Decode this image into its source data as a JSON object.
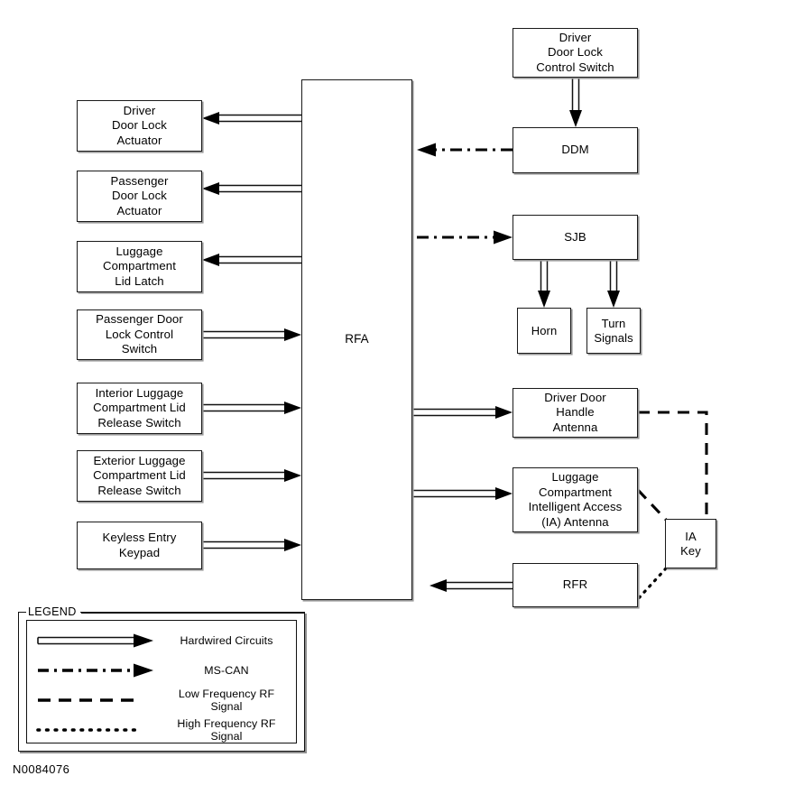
{
  "diagram": {
    "reference_number": "N0084076",
    "central_module": {
      "label": "RFA"
    },
    "inputs_outputs_left": [
      {
        "id": "driver-door-lock-actuator",
        "label": "Driver\nDoor Lock\nActuator",
        "direction": "from-rfa"
      },
      {
        "id": "passenger-door-lock-actuator",
        "label": "Passenger\nDoor Lock\nActuator",
        "direction": "from-rfa"
      },
      {
        "id": "luggage-compartment-lid-latch",
        "label": "Luggage\nCompartment\nLid Latch",
        "direction": "from-rfa"
      },
      {
        "id": "passenger-door-lock-control-switch",
        "label": "Passenger Door\nLock Control\nSwitch",
        "direction": "to-rfa"
      },
      {
        "id": "interior-luggage-compartment-lid-release-switch",
        "label": "Interior Luggage\nCompartment Lid\nRelease Switch",
        "direction": "to-rfa"
      },
      {
        "id": "exterior-luggage-compartment-lid-release-switch",
        "label": "Exterior Luggage\nCompartment Lid\nRelease Switch",
        "direction": "to-rfa"
      },
      {
        "id": "keyless-entry-keypad",
        "label": "Keyless Entry\nKeypad",
        "direction": "to-rfa"
      }
    ],
    "nodes_right": [
      {
        "id": "driver-door-lock-control-switch",
        "label": "Driver\nDoor Lock\nControl Switch"
      },
      {
        "id": "ddm",
        "label": "DDM"
      },
      {
        "id": "sjb",
        "label": "SJB"
      },
      {
        "id": "horn",
        "label": "Horn"
      },
      {
        "id": "turn-signals",
        "label": "Turn\nSignals"
      },
      {
        "id": "driver-door-handle-antenna",
        "label": "Driver Door\nHandle\nAntenna"
      },
      {
        "id": "luggage-compartment-ia-antenna",
        "label": "Luggage\nCompartment\nIntelligent Access\n(IA) Antenna"
      },
      {
        "id": "rfr",
        "label": "RFR"
      },
      {
        "id": "ia-key",
        "label": "IA\nKey"
      }
    ]
  },
  "legend": {
    "title": "LEGEND",
    "entries": [
      {
        "id": "hardwired-circuits",
        "label": "Hardwired Circuits",
        "style": "double-line-arrow"
      },
      {
        "id": "ms-can",
        "label": "MS-CAN",
        "style": "dash-dot-arrow"
      },
      {
        "id": "low-frequency-rf",
        "label": "Low Frequency RF Signal",
        "style": "dashed"
      },
      {
        "id": "high-frequency-rf",
        "label": "High Frequency RF Signal",
        "style": "dotted"
      }
    ]
  },
  "colors": {
    "stroke": "#1a1a1a",
    "shadow": "#9a9a9a",
    "background": "#ffffff"
  }
}
